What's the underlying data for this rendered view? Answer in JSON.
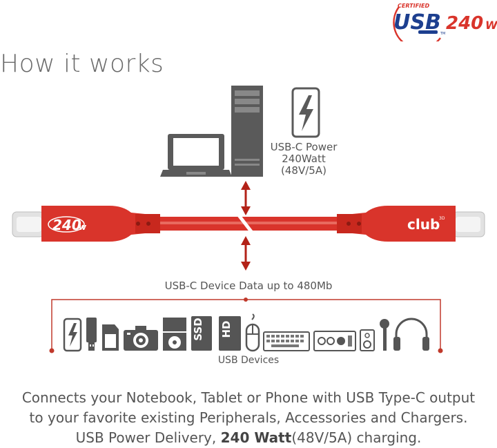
{
  "heading": "How it works",
  "logo": {
    "certified": "CERTIFIED",
    "usb": "USB",
    "power": "240",
    "unit": "W",
    "tm": "TM"
  },
  "power_label": {
    "line1": "USB-C Power",
    "line2": "240Watt",
    "line3": "(48V/5A)"
  },
  "data_label": "USB-C Device Data up to 480Mb",
  "devices_label": "USB Devices",
  "cable": {
    "left_badge_value": "240",
    "left_badge_unit": "w",
    "right_brand": "club",
    "right_brand_sup": "3D"
  },
  "description": {
    "line1": "Connects your Notebook, Tablet or Phone with USB Type-C output",
    "line2": "to your favorite existing Peripherals, Accessories and Chargers.",
    "line3_prefix": "USB Power Delivery, ",
    "line3_bold": "240 Watt",
    "line3_suffix": "(48V/5A) charging."
  },
  "colors": {
    "cable_red": "#d9342b",
    "cable_dark": "#b32218",
    "icon_gray": "#555555",
    "bracket_red": "#c0392b",
    "logo_blue": "#1d3f8f"
  },
  "device_icons": [
    "lightning-icon",
    "usb-stick-icon",
    "sd-card-icon",
    "camera-icon",
    "optical-drive-icon",
    "ssd-icon",
    "hdd-icon",
    "mouse-icon",
    "keyboard-icon",
    "audio-interface-icon",
    "speaker-icon",
    "microphone-icon",
    "headphones-icon"
  ],
  "device_labels": {
    "ssd": "SSD",
    "hd": "HD"
  }
}
